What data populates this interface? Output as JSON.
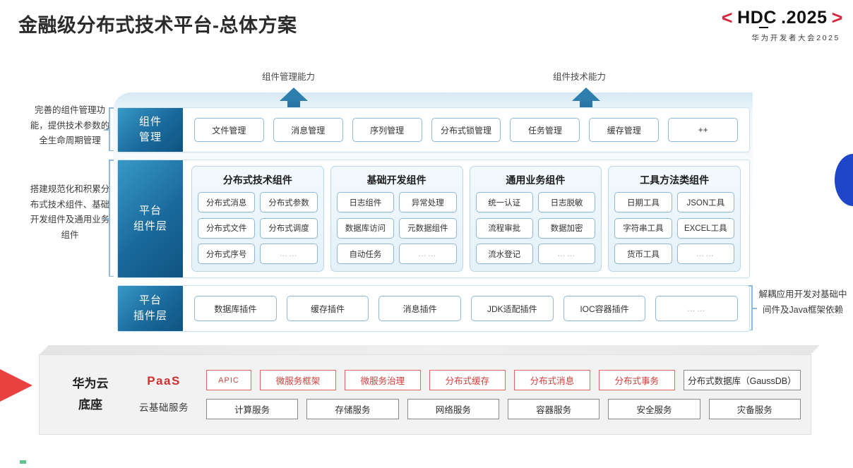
{
  "header": {
    "title": "金融级分布式技术平台-总体方案",
    "logo": {
      "bracket_left": "<",
      "main": "HDC",
      "suffix": ".2025",
      "bracket_right": ">",
      "subtitle": "华为开发者大会2025",
      "bracket_color": "#d7263d"
    }
  },
  "arrows": [
    {
      "label": "组件管理能力"
    },
    {
      "label": "组件技术能力"
    }
  ],
  "notes": {
    "left_1": "完善的组件管理功能，提供技术参数的全生命周期管理",
    "left_2": "搭建规范化和积累分布式技术组件、基础开发组件及通用业务组件",
    "right_1": "解耦应用开发对基础中间件及Java框架依赖"
  },
  "layers": {
    "manage": {
      "label": "组件管理",
      "items": [
        "文件管理",
        "消息管理",
        "序列管理",
        "分布式锁管理",
        "任务管理",
        "缓存管理",
        "++"
      ]
    },
    "platform": {
      "label": "平台组件层",
      "groups": [
        {
          "title": "分布式技术组件",
          "items": [
            "分布式消息",
            "分布式参数",
            "分布式文件",
            "分布式调度",
            "分布式序号",
            "……"
          ]
        },
        {
          "title": "基础开发组件",
          "items": [
            "日志组件",
            "异常处理",
            "数据库访问",
            "元数据组件",
            "自动任务",
            "……"
          ]
        },
        {
          "title": "通用业务组件",
          "items": [
            "统一认证",
            "日志脱敏",
            "流程审批",
            "数据加密",
            "流水登记",
            "……"
          ]
        },
        {
          "title": "工具方法类组件",
          "items": [
            "日期工具",
            "JSON工具",
            "字符串工具",
            "EXCEL工具",
            "货币工具",
            "……"
          ]
        }
      ]
    },
    "plugin": {
      "label": "平台插件层",
      "items": [
        "数据库插件",
        "缓存插件",
        "消息插件",
        "JDK适配插件",
        "IOC容器插件",
        "……"
      ]
    }
  },
  "foundation": {
    "title": "华为云底座",
    "paas_label": "PaaS",
    "cloud_label": "云基础服务",
    "paas_items": [
      {
        "text": "APIC",
        "style": "red"
      },
      {
        "text": "微服务框架",
        "style": "red"
      },
      {
        "text": "微服务治理",
        "style": "red"
      },
      {
        "text": "分布式缓存",
        "style": "red"
      },
      {
        "text": "分布式消息",
        "style": "red"
      },
      {
        "text": "分布式事务",
        "style": "red"
      },
      {
        "text": "分布式数据库（GaussDB）",
        "style": "gray"
      }
    ],
    "cloud_items": [
      "计算服务",
      "存储服务",
      "网络服务",
      "容器服务",
      "安全服务",
      "灾备服务"
    ]
  },
  "colors": {
    "accent_blue": "#1a6a9c",
    "accent_red": "#d63a3a",
    "decor_blue": "#1f45c8",
    "decor_red": "#e8413f"
  }
}
